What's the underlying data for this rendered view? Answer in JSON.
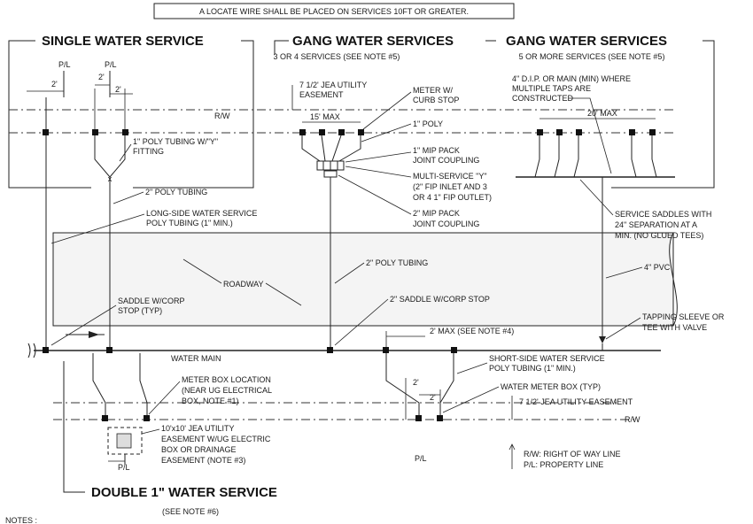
{
  "header_note": "A LOCATE WIRE SHALL BE PLACED ON SERVICES 10FT OR GREATER.",
  "titles": {
    "single": "SINGLE WATER SERVICE",
    "gang4": "GANG WATER SERVICES",
    "gang4_sub": "3 OR 4 SERVICES (SEE NOTE #5)",
    "gang5": "GANG WATER SERVICES",
    "gang5_sub": "5 OR MORE SERVICES (SEE NOTE #5)",
    "double": "DOUBLE 1\" WATER SERVICE",
    "double_sub": "(SEE NOTE #6)"
  },
  "dims": {
    "pl1": "P/L",
    "pl2": "P/L",
    "pl3": "P/L",
    "pl4": "P/L",
    "d2a": "2'",
    "d2b": "2'",
    "d2c": "2'",
    "d2d": "2'",
    "d2e": "2'",
    "max15": "15' MAX",
    "max20": "20' MAX",
    "max2": "2' MAX (SEE NOTE #4)",
    "rw1": "R/W",
    "rw2": "R/W"
  },
  "labels": {
    "poly_y_1": "1\" POLY TUBING W/\"Y\"",
    "poly_y_2": "FITTING",
    "poly2": "2\" POLY TUBING",
    "long_1": "LONG-SIDE WATER SERVICE",
    "long_2": "POLY TUBING (1\" MIN.)",
    "roadway": "ROADWAY",
    "saddle_1": "SADDLE W/CORP",
    "saddle_2": "STOP (TYP)",
    "water_main": "WATER MAIN",
    "jea_1": "7 1/2' JEA UTILITY",
    "jea_2": "EASEMENT",
    "meter_1": "METER W/",
    "meter_2": "CURB STOP",
    "poly1": "1\" POLY",
    "mip1_1": "1\" MIP PACK",
    "mip1_2": "JOINT COUPLING",
    "multi_1": "MULTI-SERVICE \"Y\"",
    "multi_2": "(2\" FIP INLET AND 3",
    "multi_3": "OR 4 1\" FIP OUTLET)",
    "mip2_1": "2\" MIP PACK",
    "mip2_2": "JOINT COUPLING",
    "poly2_road": "2\" POLY TUBING",
    "saddle2": "2\" SADDLE W/CORP STOP",
    "dip_1": "4\" D.I.P. OR  MAIN (MIN) WHERE",
    "dip_2": "MULTIPLE TAPS ARE",
    "dip_3": "CONSTRUCTED",
    "sad_sep_1": "SERVICE SADDLES WITH",
    "sad_sep_2": "24\" SEPARATION AT A",
    "sad_sep_3": "MIN. (NO GLUED TEES)",
    "pvc": "4\" PVC",
    "tap_1": "TAPPING SLEEVE OR",
    "tap_2": "TEE WITH VALVE",
    "short_1": "SHORT-SIDE WATER SERVICE",
    "short_2": "POLY TUBING (1\" MIN.)",
    "wmbox": "WATER METER BOX (TYP)",
    "jea75": "7 1/2' JEA UTILITY EASEMENT",
    "mbl_1": "METER BOX LOCATION",
    "mbl_2": "(NEAR UG ELECTRICAL",
    "mbl_3": "BOX, NOTE #1)",
    "ease_1": "10'x10' JEA UTILITY",
    "ease_2": "EASEMENT W/UG ELECTRIC",
    "ease_3": "BOX OR DRAINAGE",
    "ease_4": "EASEMENT (NOTE #3)",
    "legend_rw": "R/W: RIGHT OF WAY LINE",
    "legend_pl": "P/L: PROPERTY LINE",
    "notes": "NOTES :"
  }
}
